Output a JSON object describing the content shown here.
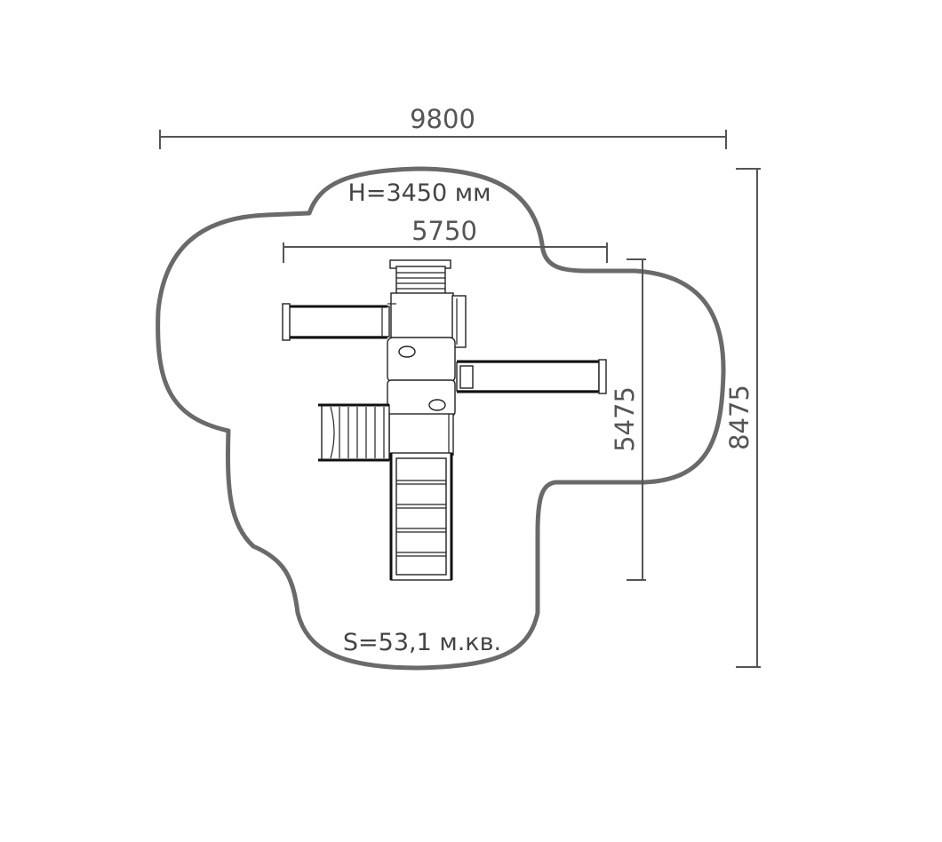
{
  "drawing": {
    "overall_width_mm": "9800",
    "overall_depth_mm": "8475",
    "equipment_width_mm": "5750",
    "equipment_depth_mm": "5475",
    "height_label": "H=3450 мм",
    "area_label": "S=53,1 м.кв."
  },
  "colors": {
    "safety_zone": "#6a6a6a",
    "dimension_lines": "#555555",
    "equipment": "#222222"
  }
}
